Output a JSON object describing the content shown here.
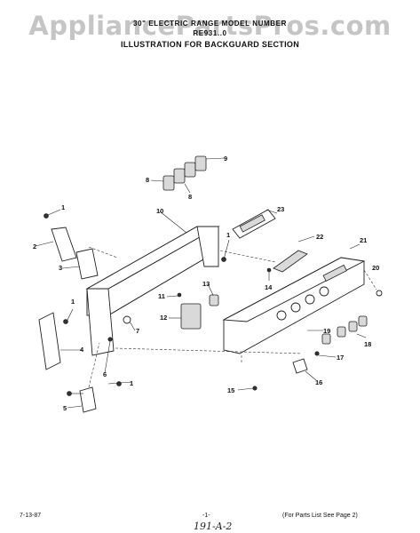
{
  "watermark": "AppliancePartsPros.com",
  "header": {
    "line1": "30\" ELECTRIC RANGE MODEL NUMBER",
    "line2": "RE931..0",
    "line3": "ILLUSTRATION FOR BACKGUARD SECTION"
  },
  "part_labels": [
    "1",
    "1",
    "1",
    "1",
    "2",
    "3",
    "4",
    "5",
    "6",
    "7",
    "8",
    "8",
    "9",
    "10",
    "11",
    "12",
    "13",
    "14",
    "15",
    "16",
    "17",
    "18",
    "19",
    "20",
    "21",
    "22",
    "23"
  ],
  "footer": {
    "date": "7-13-87",
    "page": "-1-",
    "note": "(For Parts List See Page 2)",
    "handwritten": "191-A-2"
  }
}
